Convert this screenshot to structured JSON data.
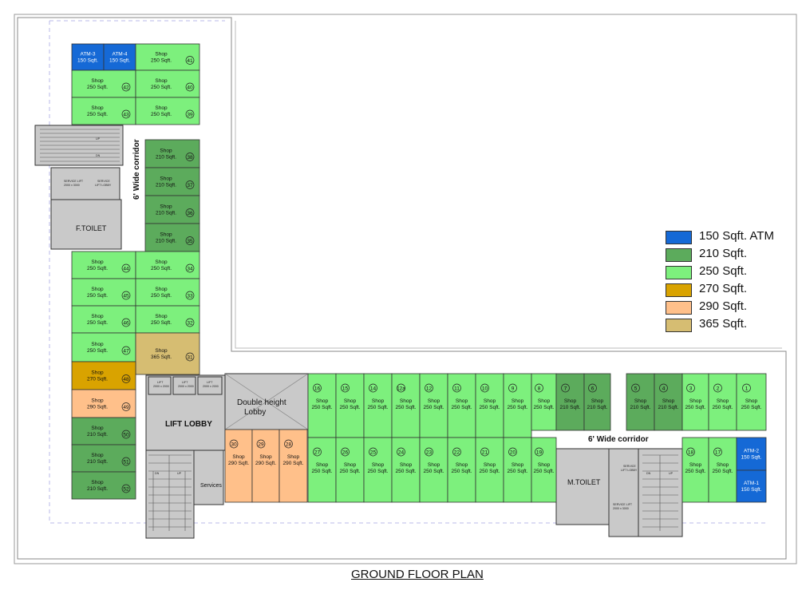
{
  "title": "GROUND FLOOR PLAN",
  "colors": {
    "atm": "#1569d6",
    "s210": "#5cab5c",
    "s250": "#7df07d",
    "s270": "#d9a300",
    "s290": "#ffc08a",
    "s365": "#d6bd72",
    "core": "#c9c9c9",
    "outline": "#333333",
    "accent": "#e040e0"
  },
  "legend": [
    {
      "label": "150 Sqft. ATM",
      "color": "#1569d6"
    },
    {
      "label": "210 Sqft.",
      "color": "#5cab5c"
    },
    {
      "label": "250 Sqft.",
      "color": "#7df07d"
    },
    {
      "label": "270 Sqft.",
      "color": "#d9a300"
    },
    {
      "label": "290 Sqft.",
      "color": "#ffc08a"
    },
    {
      "label": "365 Sqft.",
      "color": "#d6bd72"
    }
  ],
  "labels": {
    "corridor_west": "6' Wide corridor",
    "corridor_east": "6' Wide corridor",
    "f_toilet": "F.TOILET",
    "m_toilet": "M.TOILET",
    "lift_lobby": "LIFT LOBBY",
    "double_height": "Double height",
    "lobby": "Lobby",
    "services": "Services",
    "service_lift": "SERVICE LIFT",
    "service_lift_size": "2000 x 3000",
    "service_lift_lobby_1": "SERVICE",
    "service_lift_lobby_2": "LIFT LOBBY",
    "lift": "LIFT",
    "lift_size": "2000 x 2000",
    "up": "UP",
    "dn": "DN"
  },
  "units": [
    {
      "id": "atm3",
      "name": "ATM-3",
      "area": "150 Sqft.",
      "cat": "atm",
      "num": ""
    },
    {
      "id": "atm4",
      "name": "ATM-4",
      "area": "150 Sqft.",
      "cat": "atm",
      "num": ""
    },
    {
      "id": "41",
      "name": "Shop",
      "area": "250 Sqft.",
      "cat": "s250",
      "num": "41"
    },
    {
      "id": "42",
      "name": "Shop",
      "area": "250 Sqft.",
      "cat": "s250",
      "num": "42"
    },
    {
      "id": "40",
      "name": "Shop",
      "area": "250 Sqft.",
      "cat": "s250",
      "num": "40"
    },
    {
      "id": "43",
      "name": "Shop",
      "area": "250 Sqft.",
      "cat": "s250",
      "num": "43"
    },
    {
      "id": "39",
      "name": "Shop",
      "area": "250 Sqft.",
      "cat": "s250",
      "num": "39"
    },
    {
      "id": "38",
      "name": "Shop",
      "area": "210 Sqft.",
      "cat": "s210",
      "num": "38"
    },
    {
      "id": "37",
      "name": "Shop",
      "area": "210 Sqft.",
      "cat": "s210",
      "num": "37"
    },
    {
      "id": "36",
      "name": "Shop",
      "area": "210 Sqft.",
      "cat": "s210",
      "num": "36"
    },
    {
      "id": "35",
      "name": "Shop",
      "area": "210 Sqft.",
      "cat": "s210",
      "num": "35"
    },
    {
      "id": "44",
      "name": "Shop",
      "area": "250 Sqft.",
      "cat": "s250",
      "num": "44"
    },
    {
      "id": "34",
      "name": "Shop",
      "area": "250 Sqft.",
      "cat": "s250",
      "num": "34"
    },
    {
      "id": "45",
      "name": "Shop",
      "area": "250 Sqft.",
      "cat": "s250",
      "num": "45"
    },
    {
      "id": "33",
      "name": "Shop",
      "area": "250 Sqft.",
      "cat": "s250",
      "num": "33"
    },
    {
      "id": "46",
      "name": "Shop",
      "area": "250 Sqft.",
      "cat": "s250",
      "num": "46"
    },
    {
      "id": "32",
      "name": "Shop",
      "area": "250 Sqft.",
      "cat": "s250",
      "num": "32"
    },
    {
      "id": "47",
      "name": "Shop",
      "area": "250 Sqft.",
      "cat": "s250",
      "num": "47"
    },
    {
      "id": "31",
      "name": "Shop",
      "area": "365 Sqft.",
      "cat": "s365",
      "num": "31"
    },
    {
      "id": "48",
      "name": "Shop",
      "area": "270 Sqft.",
      "cat": "s270",
      "num": "48"
    },
    {
      "id": "49",
      "name": "Shop",
      "area": "290 Sqft.",
      "cat": "s290",
      "num": "49"
    },
    {
      "id": "50",
      "name": "Shop",
      "area": "210 Sqft.",
      "cat": "s210",
      "num": "50"
    },
    {
      "id": "51",
      "name": "Shop",
      "area": "210 Sqft.",
      "cat": "s210",
      "num": "51"
    },
    {
      "id": "52",
      "name": "Shop",
      "area": "210 Sqft.",
      "cat": "s210",
      "num": "52"
    },
    {
      "id": "30",
      "name": "Shop",
      "area": "290 Sqft.",
      "cat": "s290",
      "num": "30"
    },
    {
      "id": "29",
      "name": "Shop",
      "area": "290 Sqft.",
      "cat": "s290",
      "num": "29"
    },
    {
      "id": "28",
      "name": "Shop",
      "area": "290 Sqft.",
      "cat": "s290",
      "num": "28"
    },
    {
      "id": "16",
      "name": "Shop",
      "area": "250 Sqft.",
      "cat": "s250",
      "num": "16"
    },
    {
      "id": "15",
      "name": "Shop",
      "area": "250 Sqft.",
      "cat": "s250",
      "num": "15"
    },
    {
      "id": "14",
      "name": "Shop",
      "area": "250 Sqft.",
      "cat": "s250",
      "num": "14"
    },
    {
      "id": "12a",
      "name": "Shop",
      "area": "250 Sqft.",
      "cat": "s250",
      "num": "12a"
    },
    {
      "id": "12",
      "name": "Shop",
      "area": "250 Sqft.",
      "cat": "s250",
      "num": "12"
    },
    {
      "id": "11",
      "name": "Shop",
      "area": "250 Sqft.",
      "cat": "s250",
      "num": "11"
    },
    {
      "id": "10",
      "name": "Shop",
      "area": "250 Sqft.",
      "cat": "s250",
      "num": "10"
    },
    {
      "id": "9",
      "name": "Shop",
      "area": "250 Sqft.",
      "cat": "s250",
      "num": "9"
    },
    {
      "id": "8",
      "name": "Shop",
      "area": "250 Sqft.",
      "cat": "s250",
      "num": "8"
    },
    {
      "id": "7",
      "name": "Shop",
      "area": "210 Sqft.",
      "cat": "s210",
      "num": "7"
    },
    {
      "id": "6",
      "name": "Shop",
      "area": "210 Sqft.",
      "cat": "s210",
      "num": "6"
    },
    {
      "id": "5",
      "name": "Shop",
      "area": "210 Sqft.",
      "cat": "s210",
      "num": "5"
    },
    {
      "id": "4",
      "name": "Shop",
      "area": "210 Sqft.",
      "cat": "s210",
      "num": "4"
    },
    {
      "id": "3",
      "name": "Shop",
      "area": "250 Sqft.",
      "cat": "s250",
      "num": "3"
    },
    {
      "id": "2",
      "name": "Shop",
      "area": "250 Sqft.",
      "cat": "s250",
      "num": "2"
    },
    {
      "id": "1",
      "name": "Shop",
      "area": "250 Sqft.",
      "cat": "s250",
      "num": "1"
    },
    {
      "id": "27",
      "name": "Shop",
      "area": "250 Sqft.",
      "cat": "s250",
      "num": "27"
    },
    {
      "id": "26",
      "name": "Shop",
      "area": "250 Sqft.",
      "cat": "s250",
      "num": "26"
    },
    {
      "id": "25",
      "name": "Shop",
      "area": "250 Sqft.",
      "cat": "s250",
      "num": "25"
    },
    {
      "id": "24",
      "name": "Shop",
      "area": "250 Sqft.",
      "cat": "s250",
      "num": "24"
    },
    {
      "id": "23",
      "name": "Shop",
      "area": "250 Sqft.",
      "cat": "s250",
      "num": "23"
    },
    {
      "id": "22",
      "name": "Shop",
      "area": "250 Sqft.",
      "cat": "s250",
      "num": "22"
    },
    {
      "id": "21",
      "name": "Shop",
      "area": "250 Sqft.",
      "cat": "s250",
      "num": "21"
    },
    {
      "id": "20",
      "name": "Shop",
      "area": "250 Sqft.",
      "cat": "s250",
      "num": "20"
    },
    {
      "id": "19",
      "name": "Shop",
      "area": "250 Sqft.",
      "cat": "s250",
      "num": "19"
    },
    {
      "id": "18",
      "name": "Shop",
      "area": "250 Sqft.",
      "cat": "s250",
      "num": "18"
    },
    {
      "id": "17",
      "name": "Shop",
      "area": "250 Sqft.",
      "cat": "s250",
      "num": "17"
    },
    {
      "id": "atm2",
      "name": "ATM-2",
      "area": "150 Sqft.",
      "cat": "atm",
      "num": ""
    },
    {
      "id": "atm1",
      "name": "ATM-1",
      "area": "150 Sqft.",
      "cat": "atm",
      "num": ""
    }
  ]
}
